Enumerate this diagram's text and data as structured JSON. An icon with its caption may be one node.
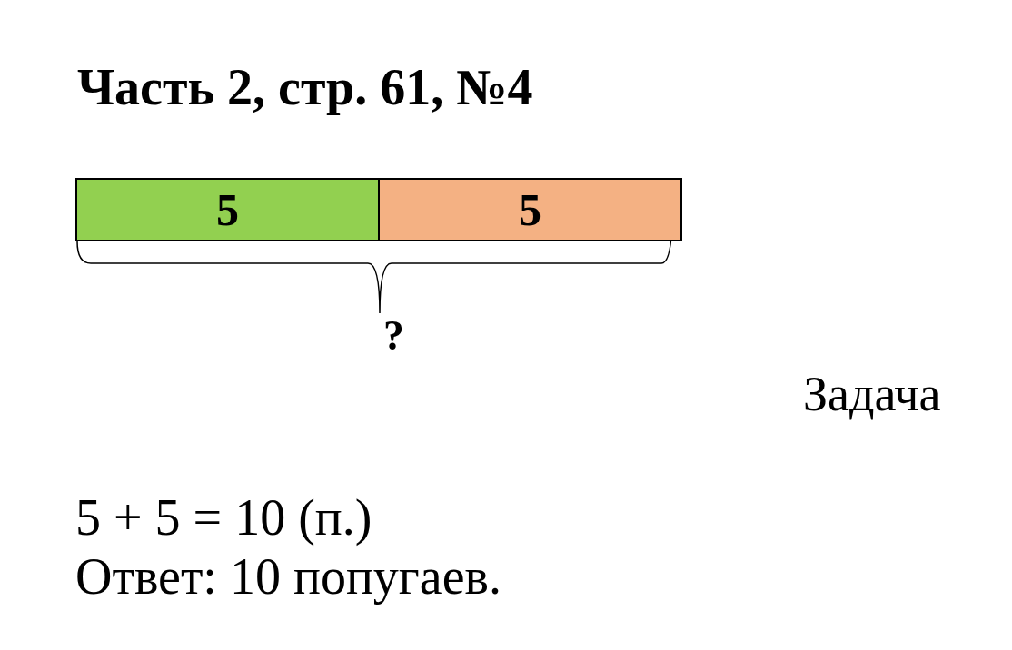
{
  "diagram": {
    "title": "Часть 2, стр. 61, №4",
    "nodes": [
      {
        "text": [
          "5"
        ]
      },
      {
        "text": [
          "5"
        ]
      }
    ],
    "labels": [
      "?",
      "Задача",
      "5 + 5 = 10 (п.)",
      "Ответ: 10 попугаев."
    ]
  }
}
